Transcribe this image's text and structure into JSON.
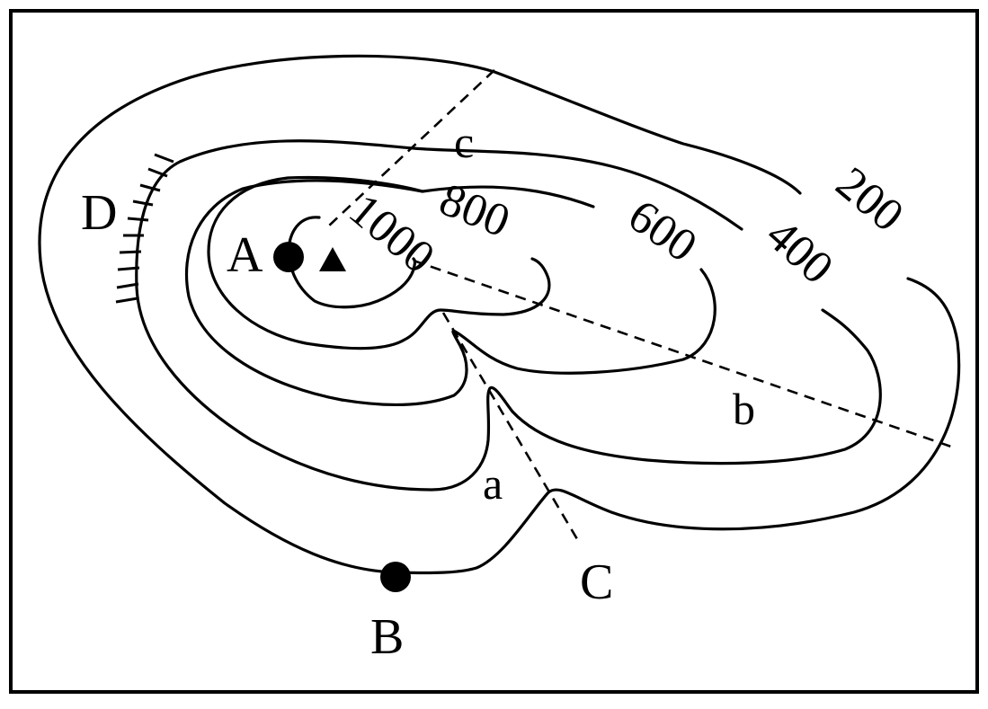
{
  "map": {
    "contour_labels": {
      "c1000": "1000",
      "c800": "800",
      "c600": "600",
      "c400": "400",
      "c200": "200"
    },
    "point_labels": {
      "A": "A",
      "B": "B",
      "C": "C",
      "D": "D",
      "a": "a",
      "b": "b",
      "c": "c"
    },
    "symbols": {
      "peak": "peak-triangle-icon",
      "point": "filled-circle-icon"
    },
    "colors": {
      "line": "#000000",
      "background": "#ffffff"
    }
  }
}
